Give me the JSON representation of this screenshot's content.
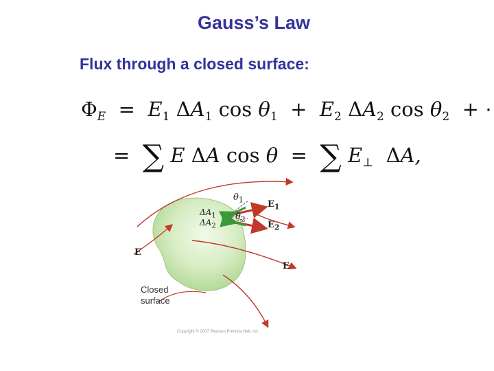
{
  "slide": {
    "title": "Gauss’s Law",
    "subtitle": "Flux through a closed surface:"
  },
  "equation": {
    "line1": {
      "lhs_symbol": "Φ",
      "lhs_sub": "E",
      "eq": "=",
      "t1_field": "E",
      "t1_field_sub": "1",
      "t1_delta": "Δ",
      "t1_area": "A",
      "t1_area_sub": "1",
      "t1_cos": "cos",
      "t1_theta": "θ",
      "t1_theta_sub": "1",
      "plus1": "+",
      "t2_field": "E",
      "t2_field_sub": "2",
      "t2_delta": "Δ",
      "t2_area": "A",
      "t2_area_sub": "2",
      "t2_cos": "cos",
      "t2_theta": "θ",
      "t2_theta_sub": "2",
      "plus2": "+",
      "ellipsis": "⋯"
    },
    "line2": {
      "eq1": "=",
      "sum1": "∑",
      "field": "E",
      "delta": "Δ",
      "area": "A",
      "cos": "cos",
      "theta": "θ",
      "eq2": "=",
      "sum2": "∑",
      "field_perp": "E",
      "perp": "⊥",
      "delta2": "Δ",
      "area2": "A,"
    }
  },
  "figure": {
    "label_closed": "Closed",
    "label_surface": "surface",
    "label_E_left": "E",
    "label_E_right": "E",
    "label_E1": "E",
    "label_E1_sub": "1",
    "label_E2": "E",
    "label_E2_sub": "2",
    "label_theta1": "θ",
    "label_theta1_sub": "1",
    "label_theta2": "θ",
    "label_theta2_sub": "2",
    "label_dA1": "ΔA",
    "label_dA1_sub": "1",
    "label_dA2": "ΔA",
    "label_dA2_sub": "2",
    "credit": "Copyright © 2007 Pearson Prentice Hall, Inc.",
    "colors": {
      "surface_fill": "#cfe8b6",
      "surface_center": "#eef7e3",
      "field_line": "#c0392b",
      "area_vector": "#3a9a3a"
    }
  }
}
